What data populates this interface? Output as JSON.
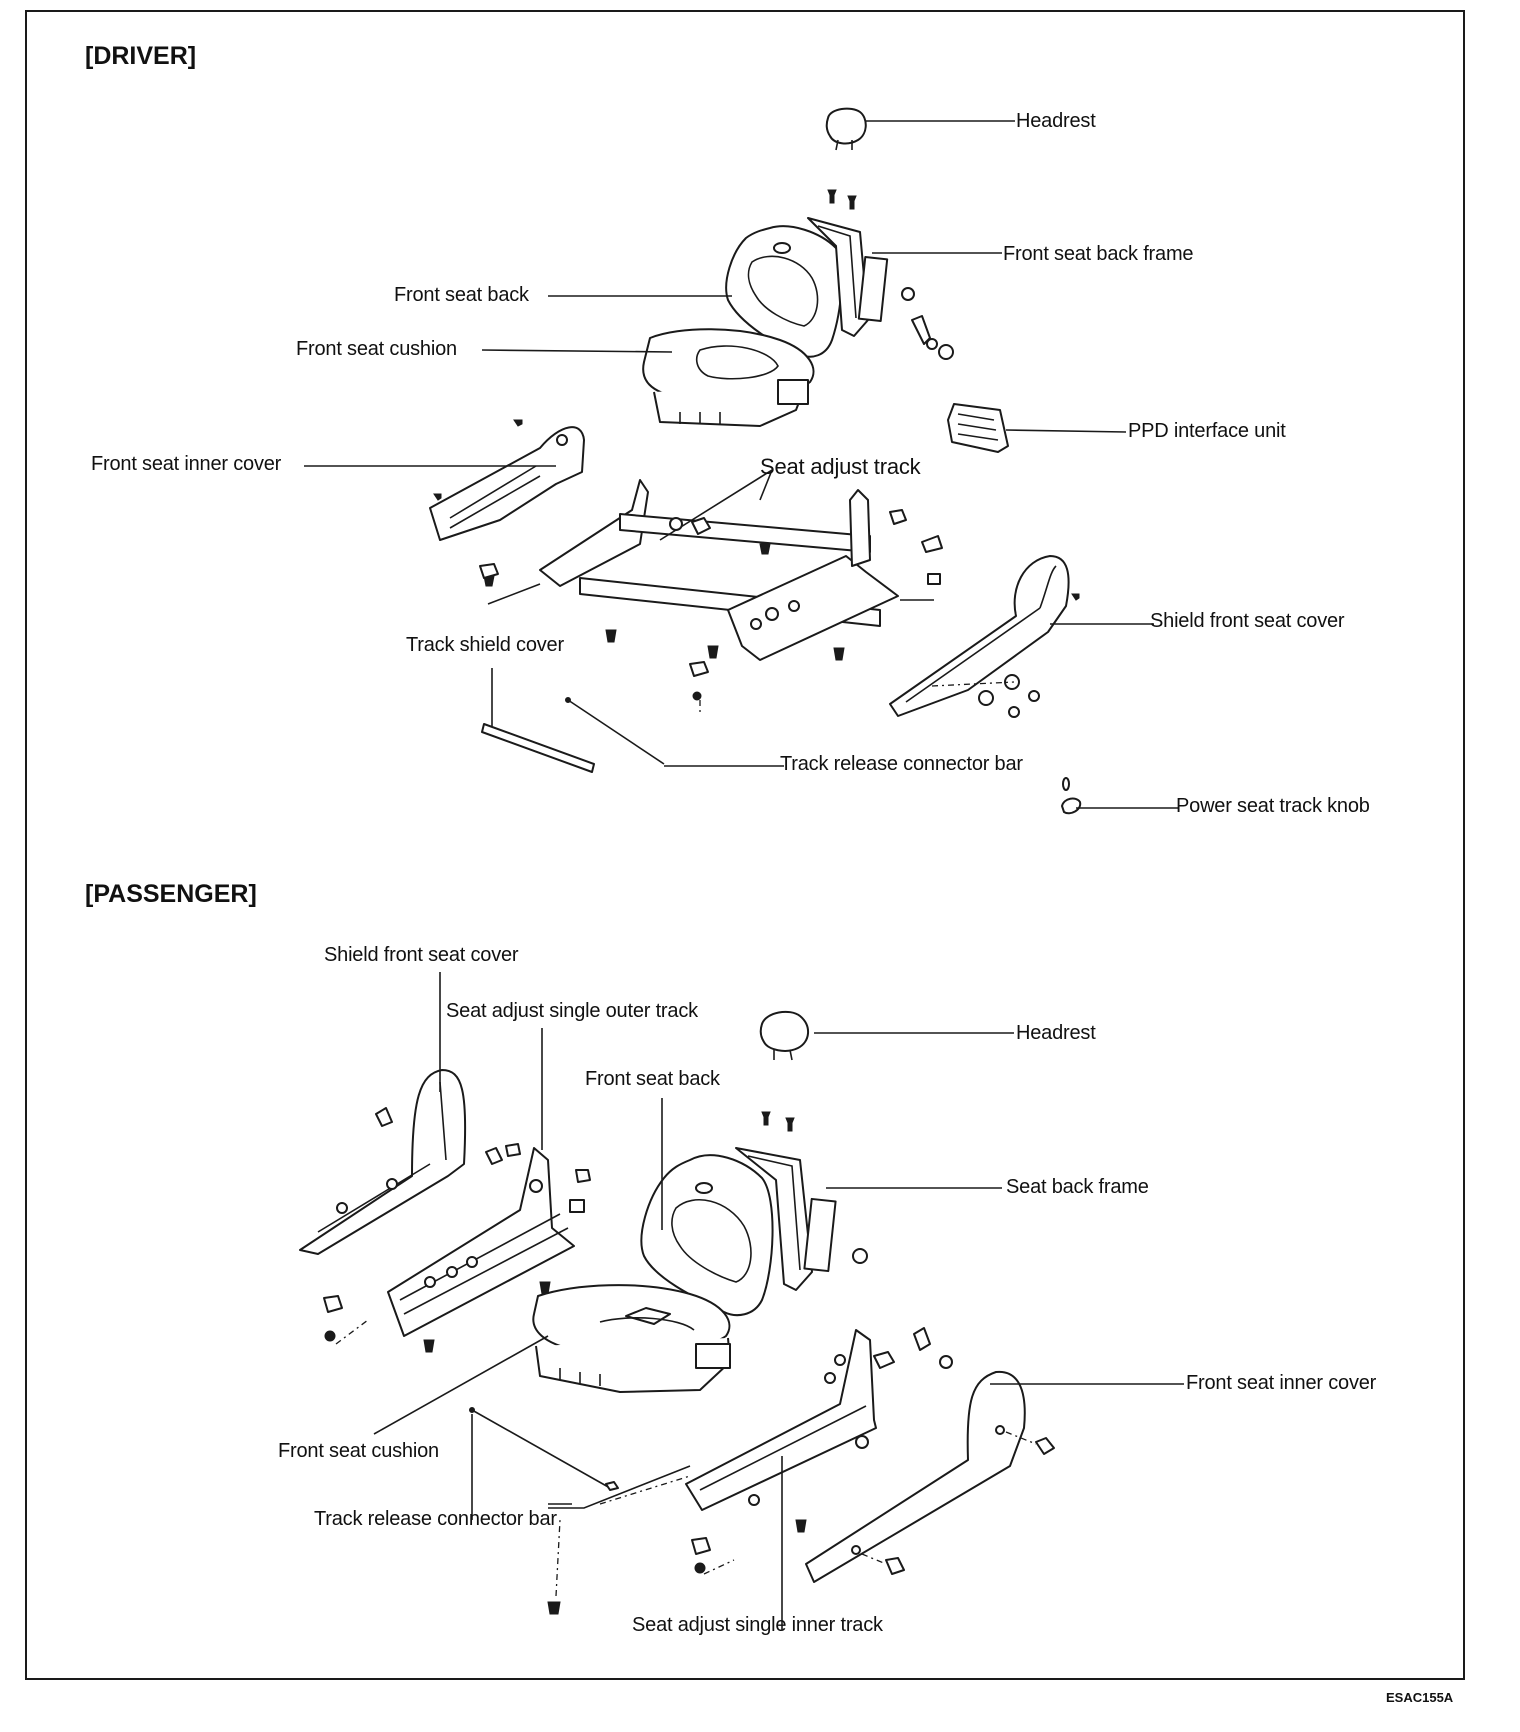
{
  "sections": {
    "driver": "[DRIVER]",
    "passenger": "[PASSENGER]"
  },
  "driver": {
    "headrest": "Headrest",
    "front_seat_back_frame": "Front seat back frame",
    "front_seat_back": "Front seat back",
    "front_seat_cushion": "Front seat cushion",
    "ppd_interface_unit": "PPD interface unit",
    "front_seat_inner_cover": "Front seat inner cover",
    "seat_adjust_track": "Seat adjust track",
    "shield_front_seat_cover": "Shield front seat cover",
    "track_shield_cover": "Track shield cover",
    "track_release_connector_bar": "Track release connector bar",
    "power_seat_track_knob": "Power seat track knob"
  },
  "passenger": {
    "shield_front_seat_cover": "Shield front seat cover",
    "seat_adjust_single_outer_track": "Seat adjust single outer track",
    "headrest": "Headrest",
    "front_seat_back": "Front seat back",
    "seat_back_frame": "Seat back frame",
    "front_seat_inner_cover": "Front seat inner cover",
    "front_seat_cushion": "Front seat cushion",
    "track_release_connector_bar": "Track release connector bar",
    "seat_adjust_single_inner_track": "Seat adjust single inner track"
  },
  "figure_code": "ESAC155A"
}
